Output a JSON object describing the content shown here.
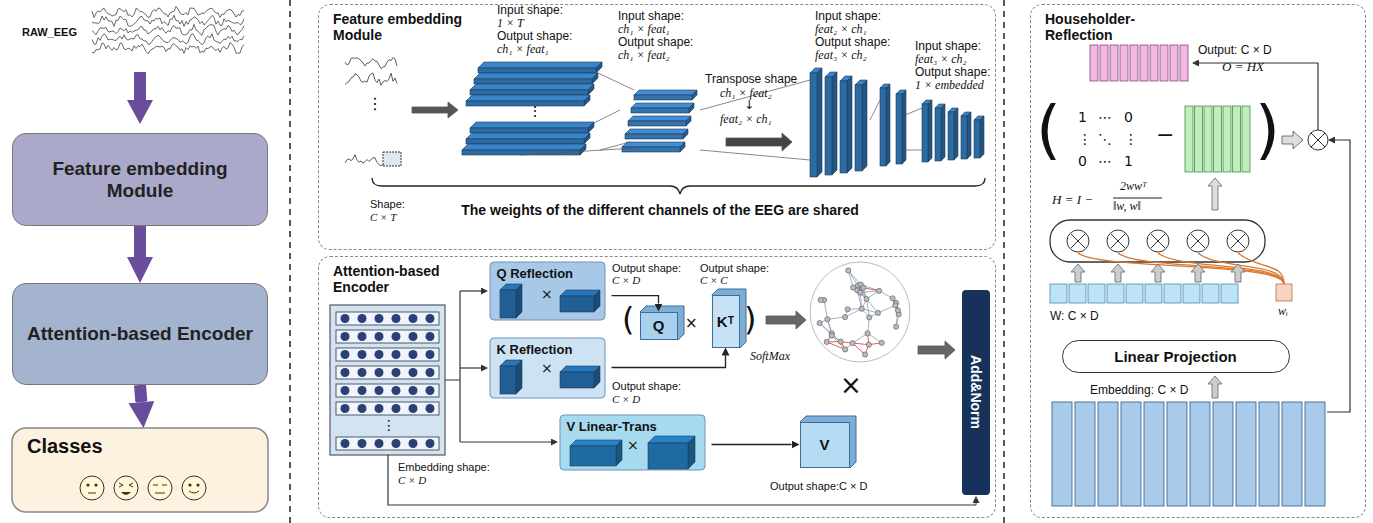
{
  "diagram": {
    "nodes": [
      {
        "text": [
          "Feature embedding Module"
        ]
      },
      {
        "text": [
          "Attention-based Encoder"
        ]
      },
      {
        "text": [
          "Classes"
        ]
      },
      {
        "text": [
          "Feature embedding Module"
        ]
      },
      {
        "text": [
          "Attention-based Encoder"
        ]
      },
      {
        "text": [
          "Q Reflection"
        ],
        "in": 4
      },
      {
        "text": [
          "K Reflection"
        ],
        "in": 4
      },
      {
        "text": [
          "V Linear-Trans"
        ],
        "in": 4
      },
      {
        "text": [
          "Q"
        ],
        "in": 4
      },
      {
        "text": [
          "Kᵀ"
        ],
        "in": 4
      },
      {
        "text": [
          "V"
        ],
        "in": 4
      },
      {
        "text": [
          "Add&Norm"
        ],
        "in": 4
      },
      {
        "text": [
          "Householder-Reflection"
        ]
      },
      {
        "text": [
          "Linear Projection"
        ],
        "in": 12
      }
    ],
    "edges": [
      {
        "from": 0,
        "to": 1,
        "arrow": "to"
      },
      {
        "from": 1,
        "to": 2,
        "arrow": "to"
      },
      {
        "from": 5,
        "to": 8,
        "arrow": "to"
      },
      {
        "from": 6,
        "to": 9,
        "arrow": "to"
      },
      {
        "from": 7,
        "to": 10,
        "arrow": "to"
      }
    ],
    "labels": [
      "RAW_EEG",
      "Input shape:",
      "1 × T",
      "Output shape:",
      "ch₁ × feat₁",
      "Input shape:",
      "ch₁ × feat₁",
      "Output shape:",
      "ch₁ × feat₂",
      "Transpose shape",
      "ch₁ × feat₂",
      "↓",
      "feat₂ × ch₁",
      "Input shape:",
      "feat₂ × ch₁",
      "Output shape:",
      "feat₃ × ch₂",
      "Input shape:",
      "feat₃ × ch₂",
      "Output shape:",
      "1 × embedded",
      "⋮",
      "Shape:",
      "C × T",
      "The weights of the different channels of the EEG are shared",
      "×",
      "×",
      "×",
      "Output shape:",
      "C × D",
      "(",
      "×",
      ")",
      "Output shape:",
      "C × C",
      "SoftMax",
      "Output shape:",
      "C × D",
      "×",
      "Output shape:C × D",
      "Embedding shape:",
      "C × D",
      "⋮",
      "Output: C × D",
      "O = HX",
      "(",
      "1",
      "⋯",
      "0",
      "⋮",
      "⋱",
      "⋮",
      "0",
      "⋯",
      "1",
      ")",
      "−",
      "H = I −",
      "2wwᵀ",
      "‖w, w‖",
      "W: C × D",
      "wᵢ",
      "Embedding: C × D"
    ]
  }
}
